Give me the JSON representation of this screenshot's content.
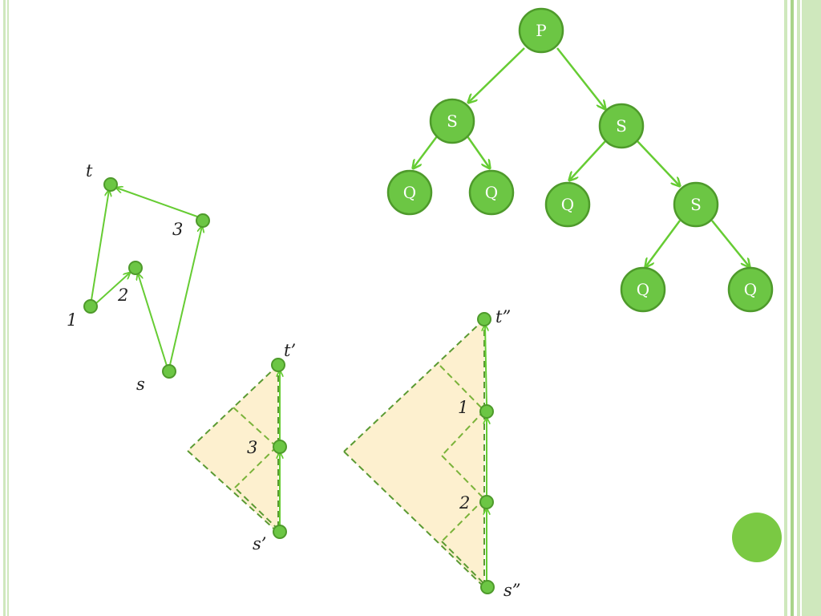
{
  "colors": {
    "accent": "#7ac943",
    "node_fill": "#6cc644",
    "node_stroke": "#4e9a2b",
    "edge": "#66cc33",
    "region_fill": "#fdf0cf",
    "region_stroke": "#5a9a32",
    "dash_edge": "#7ab33a",
    "border_light": "#cfe8bd",
    "border_strong": "#a9d48a"
  },
  "tree": {
    "nodes": [
      {
        "id": "p",
        "label": "P"
      },
      {
        "id": "s1",
        "label": "S"
      },
      {
        "id": "s2",
        "label": "S"
      },
      {
        "id": "q1",
        "label": "Q"
      },
      {
        "id": "q2",
        "label": "Q"
      },
      {
        "id": "q3",
        "label": "Q"
      },
      {
        "id": "s3",
        "label": "S"
      },
      {
        "id": "q4",
        "label": "Q"
      },
      {
        "id": "q5",
        "label": "Q"
      }
    ]
  },
  "path_graph": {
    "labels": {
      "t": "t",
      "one": "1",
      "two": "2",
      "three": "3",
      "s": "s"
    }
  },
  "small_triangle": {
    "labels": {
      "t": "t’",
      "three": "3",
      "s": "s’"
    }
  },
  "big_triangle": {
    "labels": {
      "t": "t”",
      "one": "1",
      "two": "2",
      "s": "s”"
    }
  }
}
